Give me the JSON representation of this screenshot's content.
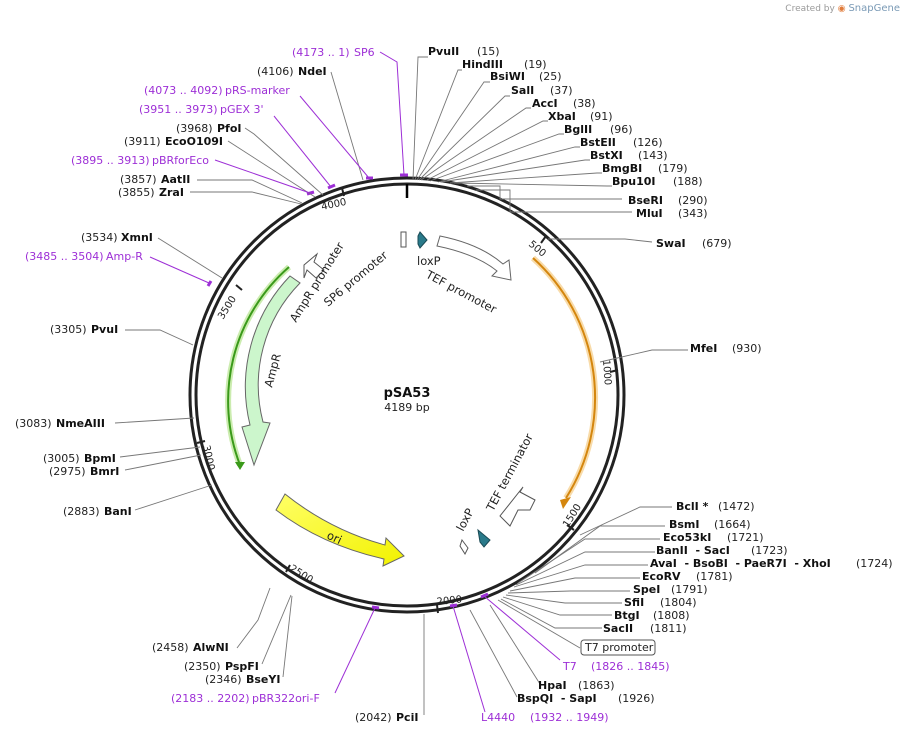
{
  "watermark": {
    "prefix": "Created by",
    "brand": "SnapGene"
  },
  "plasmid": {
    "name": "pSA53",
    "length_label": "4189 bp",
    "length": 4189
  },
  "ticks": [
    "500",
    "1000",
    "1500",
    "2000",
    "2500",
    "3000",
    "3500",
    "4000"
  ],
  "features": [
    {
      "label": "TEF promoter"
    },
    {
      "label": "loxP"
    },
    {
      "label": "SP6 promoter"
    },
    {
      "label": "AmpR promoter"
    },
    {
      "label": "AmpR"
    },
    {
      "label": "ori"
    },
    {
      "label": "TEF terminator"
    },
    {
      "label": "loxP"
    },
    {
      "label": "T7 promoter"
    }
  ],
  "enzymes": [
    {
      "name": "PvuII",
      "pos": "(15)"
    },
    {
      "name": "HindIII",
      "pos": "(19)"
    },
    {
      "name": "BsiWI",
      "pos": "(25)"
    },
    {
      "name": "SalI",
      "pos": "(37)"
    },
    {
      "name": "AccI",
      "pos": "(38)"
    },
    {
      "name": "XbaI",
      "pos": "(91)"
    },
    {
      "name": "BglII",
      "pos": "(96)"
    },
    {
      "name": "BstEII",
      "pos": "(126)"
    },
    {
      "name": "BstXI",
      "pos": "(143)"
    },
    {
      "name": "BmgBI",
      "pos": "(179)"
    },
    {
      "name": "Bpu10I",
      "pos": "(188)"
    },
    {
      "name": "BseRI",
      "pos": "(290)"
    },
    {
      "name": "MluI",
      "pos": "(343)"
    },
    {
      "name": "SwaI",
      "pos": "(679)"
    },
    {
      "name": "MfeI",
      "pos": "(930)"
    },
    {
      "name": "BclI *",
      "pos": "(1472)"
    },
    {
      "name": "BsmI",
      "pos": "(1664)"
    },
    {
      "name": "Eco53kI",
      "pos": "(1721)"
    },
    {
      "name": "BanII  - SacI",
      "pos": "(1723)"
    },
    {
      "name": "AvaI  - BsoBI  - PaeR7I  - XhoI",
      "pos": "(1724)"
    },
    {
      "name": "EcoRV",
      "pos": "(1781)"
    },
    {
      "name": "SpeI",
      "pos": "(1791)"
    },
    {
      "name": "SfiI",
      "pos": "(1804)"
    },
    {
      "name": "BtgI",
      "pos": "(1808)"
    },
    {
      "name": "SacII",
      "pos": "(1811)"
    },
    {
      "name": "HpaI",
      "pos": "(1863)"
    },
    {
      "name": "BspQI  - SapI",
      "pos": "(1926)"
    },
    {
      "name": "PciI",
      "pos": "(2042)"
    },
    {
      "name": "BseYI",
      "pos": "(2346)"
    },
    {
      "name": "PspFI",
      "pos": "(2350)"
    },
    {
      "name": "AlwNI",
      "pos": "(2458)"
    },
    {
      "name": "BanI",
      "pos": "(2883)"
    },
    {
      "name": "BmrI",
      "pos": "(2975)"
    },
    {
      "name": "BpmI",
      "pos": "(3005)"
    },
    {
      "name": "NmeAIII",
      "pos": "(3083)"
    },
    {
      "name": "PvuI",
      "pos": "(3305)"
    },
    {
      "name": "XmnI",
      "pos": "(3534)"
    },
    {
      "name": "ZraI",
      "pos": "(3855)"
    },
    {
      "name": "AatII",
      "pos": "(3857)"
    },
    {
      "name": "EcoO109I",
      "pos": "(3911)"
    },
    {
      "name": "PfoI",
      "pos": "(3968)"
    },
    {
      "name": "NdeI",
      "pos": "(4106)"
    }
  ],
  "primers": [
    {
      "name": "SP6",
      "range": "(4173 .. 1)"
    },
    {
      "name": "pRS-marker",
      "range": "(4073 .. 4092)"
    },
    {
      "name": "pGEX 3'",
      "range": "(3951 .. 3973)"
    },
    {
      "name": "pBRforEco",
      "range": "(3895 .. 3913)"
    },
    {
      "name": "Amp-R",
      "range": "(3485 .. 3504)"
    },
    {
      "name": "T7",
      "range": "(1826 .. 1845)"
    },
    {
      "name": "L4440",
      "range": "(1932 .. 1949)"
    },
    {
      "name": "pBR322ori-F",
      "range": "(2183 .. 2202)"
    }
  ]
}
